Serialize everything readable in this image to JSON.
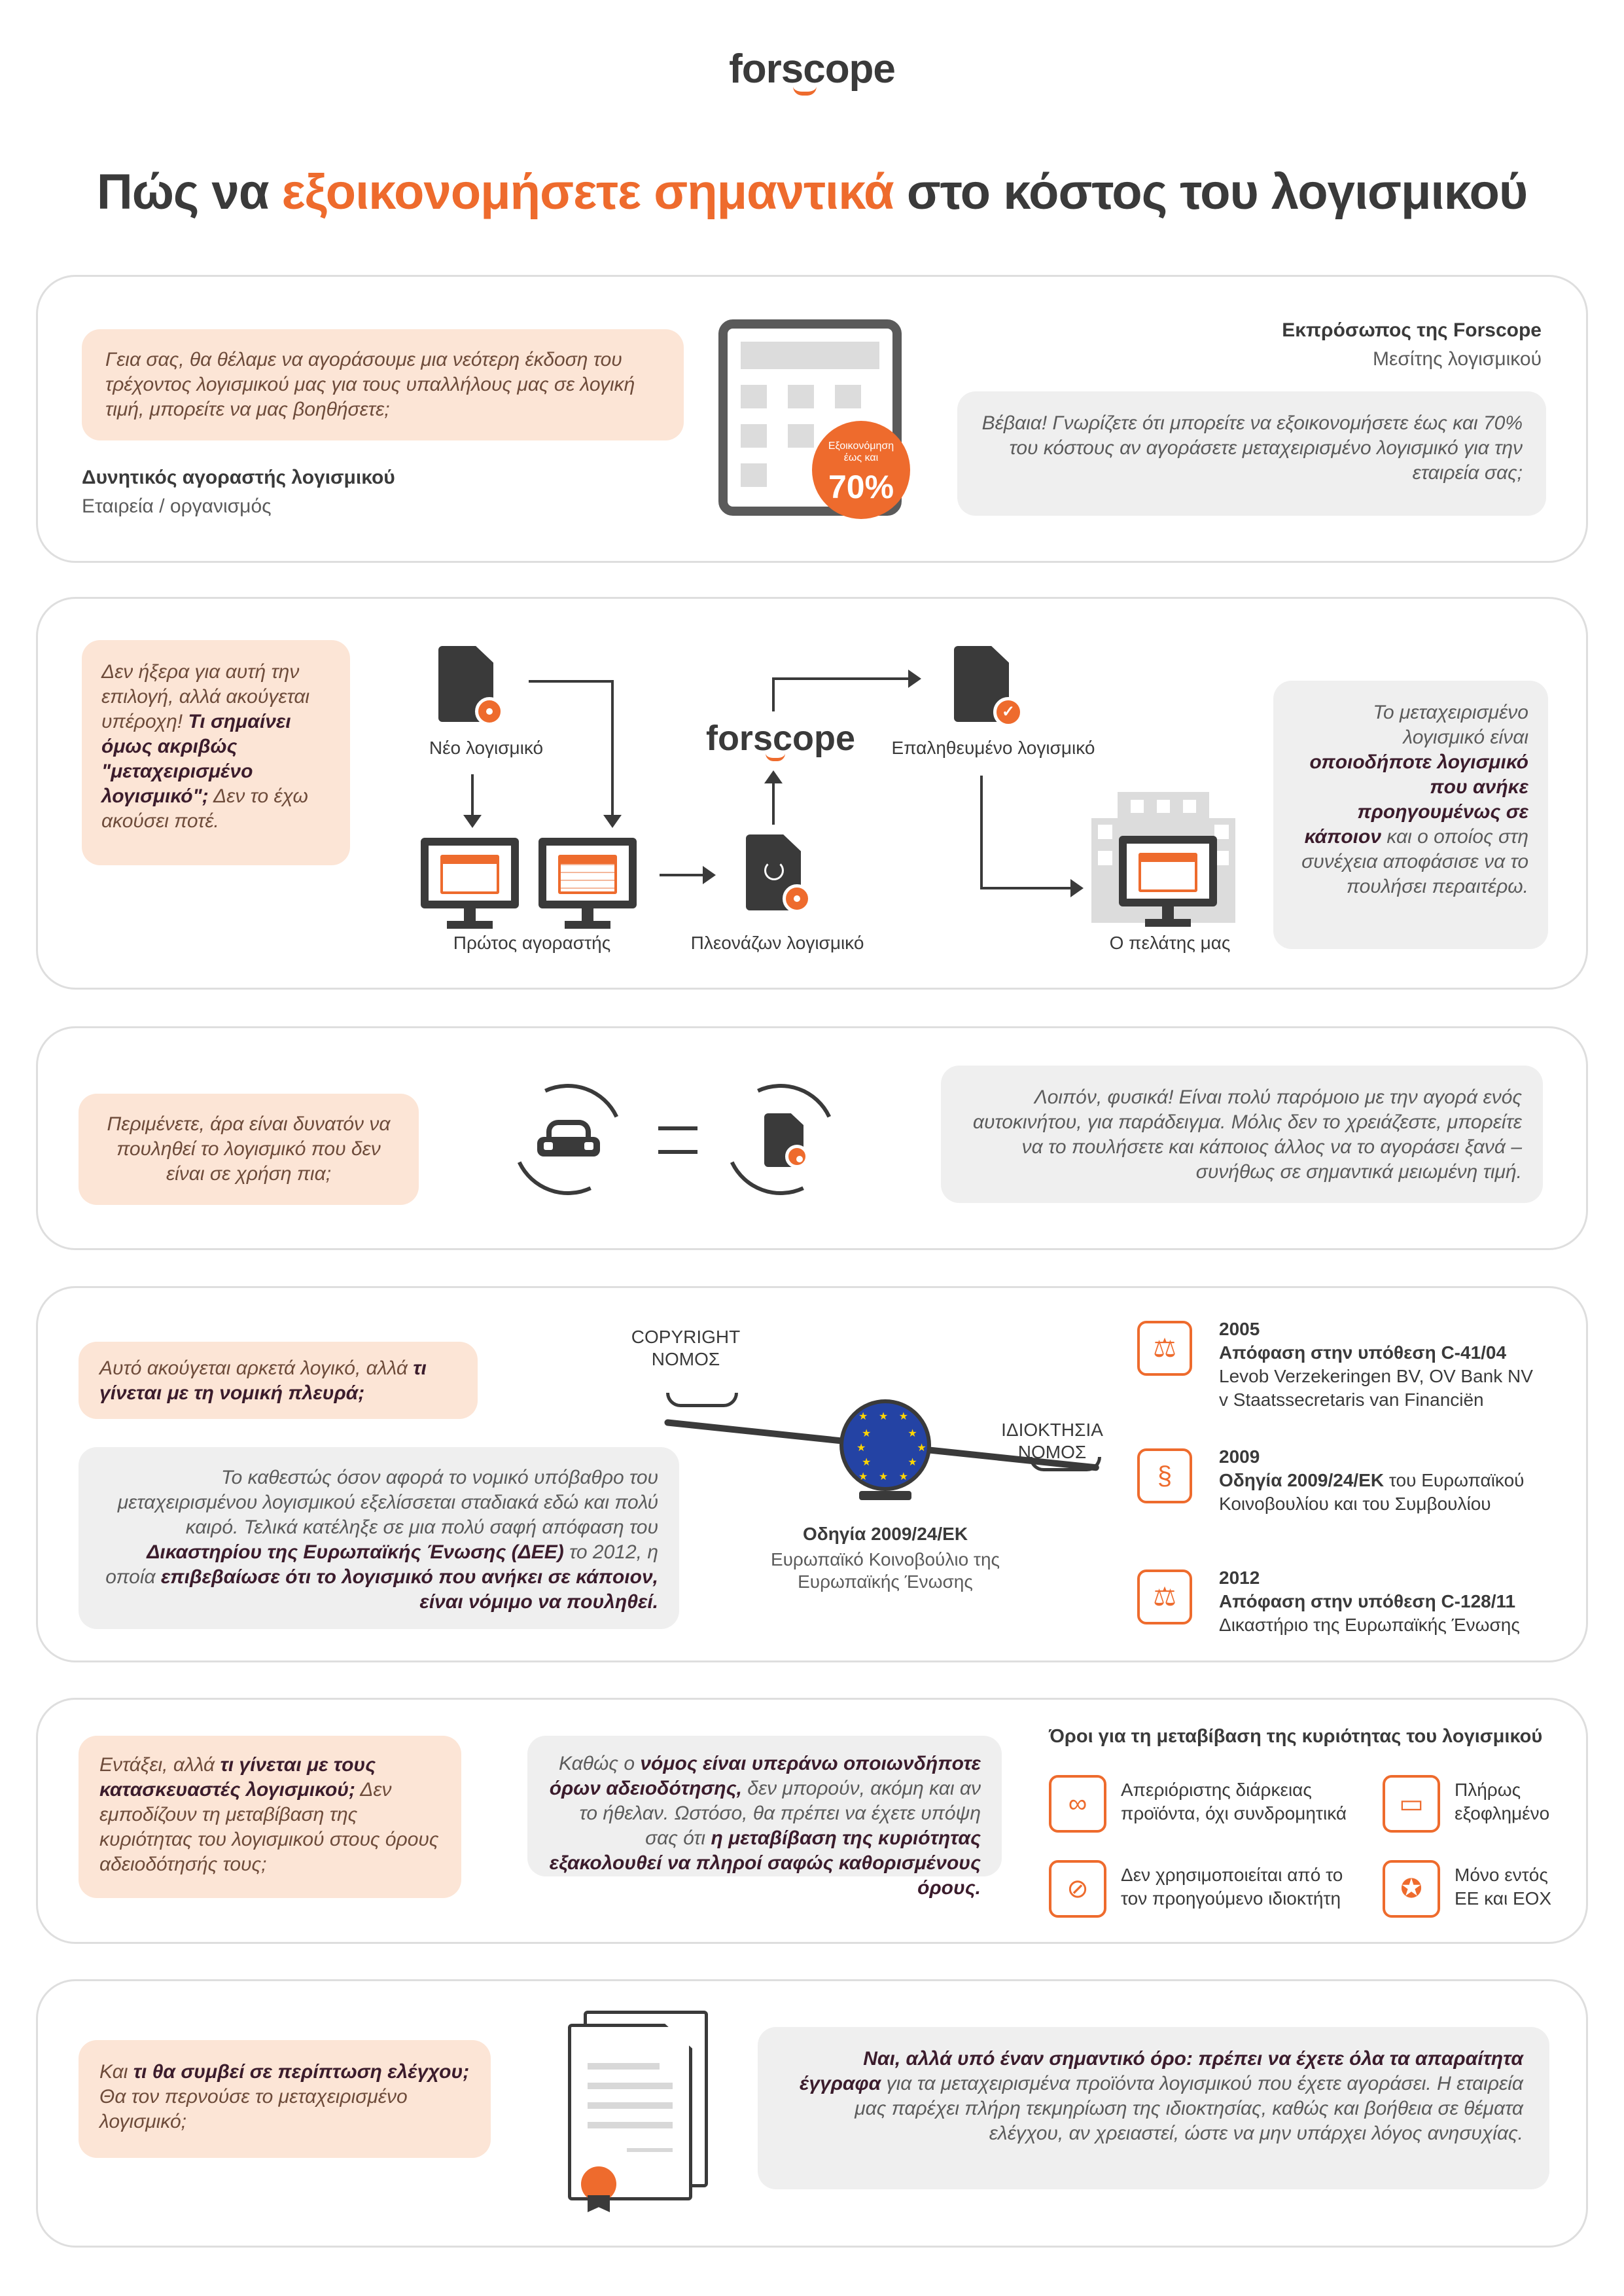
{
  "brand": {
    "logo": "forscope"
  },
  "title": {
    "part1": "Πώς να ",
    "part2": "εξοικονομήσετε σημαντικά",
    "part3": " στο κόστος του λογισμικού"
  },
  "s1": {
    "buyer_text": "Γεια σας, θα θέλαμε να αγοράσουμε μια νεότερη έκδοση του τρέχοντος λογισμικού μας για τους υπαλλήλους μας σε λογική τιμή, μπορείτε να μας βοηθήσετε;",
    "buyer_name": "Δυνητικός αγοραστής λογισμικού",
    "buyer_role": "Εταιρεία / οργανισμός",
    "badge_small": "Εξοικονόμηση έως και",
    "badge_big": "70%",
    "rep_name": "Εκπρόσωπος της Forscope",
    "rep_role": "Μεσίτης λογισμικού",
    "rep_text": "Βέβαια! Γνωρίζετε ότι μπορείτε να εξοικονομήσετε έως και 70% του κόστους αν αγοράσετε μεταχειρισμένο λογισμικό για την εταιρεία σας;"
  },
  "s2": {
    "q1": "Δεν ήξερα για αυτή την επιλογή, αλλά ακούγεται υπέροχη! ",
    "q2": "Τι σημαίνει όμως ακριβώς \"μεταχειρισμένο λογισμικό\";",
    "q3": " Δεν το έχω ακούσει ποτέ.",
    "new_software": "Νέο λογισμικό",
    "first_buyer": "Πρώτος αγοραστής",
    "surplus": "Πλεονάζων λογισμικό",
    "verified": "Επαληθευμένο λογισμικό",
    "client": "Ο πελάτης μας",
    "a1": "Το μεταχειρισμένο λογισμικό είναι ",
    "a2": "οποιοδήποτε λογισμικό που ανήκε προηγουμένως σε κάποιον",
    "a3": " και ο οποίος στη συνέχεια αποφάσισε να το πουλήσει περαιτέρω."
  },
  "s3": {
    "q": "Περιμένετε, άρα είναι δυνατόν να πουληθεί το λογισμικό που δεν είναι σε χρήση πια;",
    "a": "Λοιπόν, φυσικά! Είναι πολύ παρόμοιο με την αγορά ενός αυτοκινήτου, για παράδειγμα. Μόλις δεν το χρειάζεστε, μπορείτε να το πουλήσετε και κάποιος άλλος να το αγοράσει ξανά – συνήθως σε σημαντικά μειωμένη τιμή."
  },
  "s4": {
    "q1": "Αυτό ακούγεται αρκετά λογικό, αλλά ",
    "q2": "τι γίνεται με τη νομική πλευρά;",
    "t1": "Το καθεστώς όσον αφορά το νομικό υπόβαθρο του μεταχειρισμένου λογισμικού εξελίσσεται σταδιακά εδώ και πολύ καιρό. Τελικά κατέληξε σε μια πολύ σαφή απόφαση του ",
    "t2": "Δικαστηρίου της Ευρωπαϊκής Ένωσης (ΔΕΕ)",
    "t3": " το 2012, η οποία ",
    "t4": "επιβεβαίωσε ότι το λογισμικό που ανήκει σε κάποιον, είναι νόμιμο να πουληθεί.",
    "copyright1": "COPYRIGHT",
    "copyright2": "ΝΟΜΟΣ",
    "property1": "ΙΔΙΟΚΤΗΣΙΑ",
    "property2": "ΝΟΜΟΣ",
    "directive": "Οδηγία 2009/24/ΕΚ",
    "directive_sub": "Ευρωπαϊκό Κοινοβούλιο της Ευρωπαϊκής Ένωσης",
    "timeline": [
      {
        "year": "2005",
        "l1": "Απόφαση στην υπόθεση C-41/04",
        "l2": "Levob Verzekeringen BV, OV Bank NV",
        "l3": "v Staatssecretaris van Financiën",
        "icon": "gavel-icon",
        "glyph": "⚖"
      },
      {
        "year": "2009",
        "l1": "Οδηγία 2009/24/ΕΚ",
        "l1b": " του Ευρωπαϊκού",
        "l2": "Κοινοβουλίου και του Συμβουλίου",
        "l3": "",
        "icon": "paragraph-icon",
        "glyph": "§"
      },
      {
        "year": "2012",
        "l1": "Απόφαση στην υπόθεση C-128/11",
        "l2": "Δικαστήριο της Ευρωπαϊκής Ένωσης",
        "l3": "",
        "icon": "gavel-icon",
        "glyph": "⚖"
      }
    ]
  },
  "s5": {
    "q1": "Εντάξει, αλλά ",
    "q2": "τι γίνεται με τους κατασκευαστές λογισμικού;",
    "q3": " Δεν εμποδίζουν τη μεταβίβαση της κυριότητας του λογισμικού στους όρους αδειοδότησής τους;",
    "a1": "Καθώς ο ",
    "a2": "νόμος είναι υπεράνω οποιωνδήποτε όρων αδειοδότησης,",
    "a3": " δεν μπορούν, ακόμη και αν το ήθελαν. Ωστόσο, θα πρέπει να έχετε υπόψη σας ότι ",
    "a4": "η μεταβίβαση της κυριότητας εξακολουθεί να πληροί σαφώς καθορισμένους όρους.",
    "cond_title": "Όροι για τη μεταβίβαση της κυριότητας του λογισμικού",
    "conds": [
      {
        "l1": "Απεριόριστης διάρκειας",
        "l2": "προϊόντα, όχι συνδρομητικά",
        "glyph": "∞"
      },
      {
        "l1": "Πλήρως",
        "l2": "εξοφλημένο",
        "glyph": "▭"
      },
      {
        "l1": "Δεν χρησιμοποιείται από το",
        "l2": "τον προηγούμενο ιδιοκτήτη",
        "glyph": "⊘"
      },
      {
        "l1": "Μόνο εντός",
        "l2": "ΕΕ και ΕΟΧ",
        "glyph": "✪"
      }
    ]
  },
  "s6": {
    "q1": "Και ",
    "q2": "τι θα συμβεί σε περίπτωση ελέγχου;",
    "q3": " Θα τον περνούσε το μεταχειρισμένο λογισμικό;",
    "a1": "Ναι, αλλά υπό έναν σημαντικό όρο: πρέπει να έχετε όλα τα απαραίτητα έγγραφα",
    "a2": " για τα μεταχειρισμένα προϊόντα λογισμικού που έχετε αγοράσει. Η εταιρεία μας παρέχει πλήρη τεκμηρίωση της ιδιοκτησίας, καθώς και βοήθεια σε θέματα ελέγχου, αν χρειαστεί, ώστε να μην υπάρχει λόγος ανησυχίας."
  },
  "colors": {
    "accent": "#ee6b2d",
    "dark": "#3a3a3a",
    "peach": "#fce5d6",
    "grey": "#efefef",
    "eu": "#2443a4"
  }
}
